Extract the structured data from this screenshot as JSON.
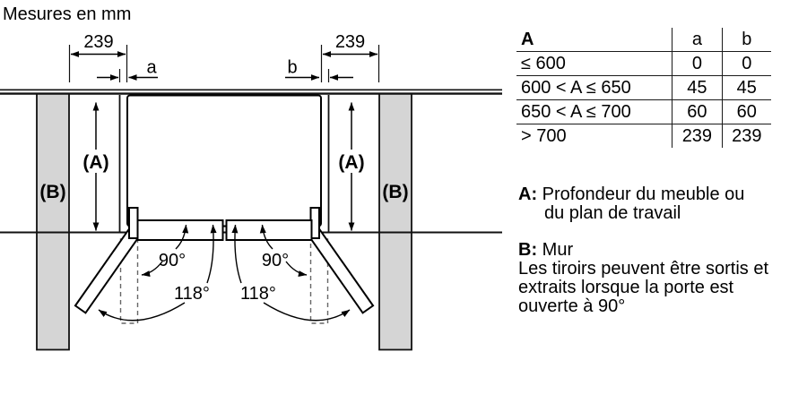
{
  "title": "Mesures en mm",
  "diagram": {
    "dim_left": "239",
    "dim_right": "239",
    "clearance_a": "a",
    "clearance_b": "b",
    "depth_label": "(A)",
    "wall_label": "(B)",
    "angle_90": "90°",
    "angle_118": "118°"
  },
  "table": {
    "headers": [
      "A",
      "a",
      "b"
    ],
    "rows": [
      {
        "range": "≤ 600",
        "a": "0",
        "b": "0"
      },
      {
        "range": "600 < A ≤ 650",
        "a": "45",
        "b": "45"
      },
      {
        "range": "650 < A ≤ 700",
        "a": "60",
        "b": "60"
      },
      {
        "range": "> 700",
        "a": "239",
        "b": "239"
      }
    ]
  },
  "notes": {
    "a": {
      "label": "A:",
      "line1": "Profondeur du meuble ou",
      "line2": "du plan de travail"
    },
    "b": {
      "label": "B:",
      "line1": "Mur",
      "body": [
        "Les tiroirs peuvent être sortis et",
        "extraits lorsque la porte est",
        "ouverte à 90°"
      ]
    }
  },
  "colors": {
    "wall_fill": "#d5d5d5",
    "line": "#000000"
  }
}
